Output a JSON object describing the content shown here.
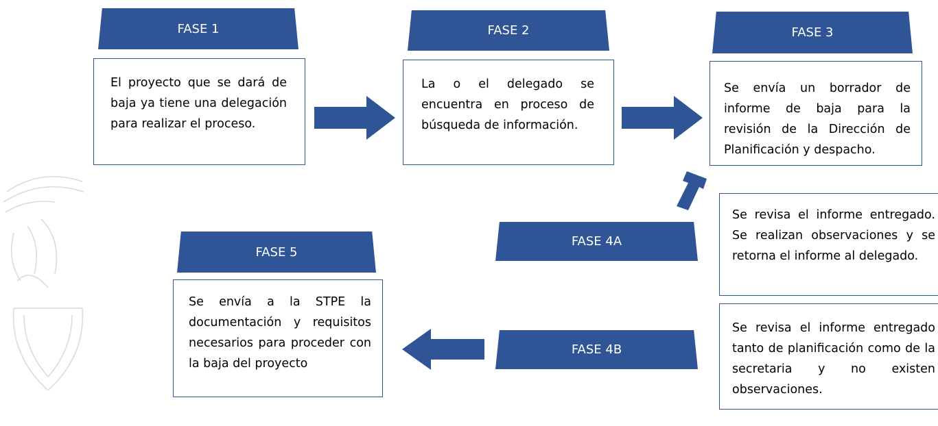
{
  "colors": {
    "phase_fill": "#2f5597",
    "box_border": "#2f5597",
    "arrow_fill": "#2f5597",
    "text": "#000000"
  },
  "phases": {
    "fase1": {
      "label": "FASE 1",
      "text": "El proyecto que se dará de baja ya tiene una delegación para realizar el proceso."
    },
    "fase2": {
      "label": "FASE 2",
      "text": "La o el delegado se encuentra en proceso de búsqueda de información."
    },
    "fase3": {
      "label": "FASE 3",
      "text": "Se envía un borrador de informe de baja para la revisión de la Dirección de Planificación y despacho."
    },
    "fase4a": {
      "label": "FASE 4A",
      "text": "Se revisa el informe entregado. Se realizan observaciones y se retorna el informe al delegado."
    },
    "fase4b": {
      "label": "FASE 4B",
      "text": "Se revisa el informe entregado tanto de planificación como de la secretaria y no existen observaciones."
    },
    "fase5": {
      "label": "FASE 5",
      "text": "Se envía a la STPE la documentación y requisitos necesarios para proceder con la baja del proyecto"
    }
  }
}
